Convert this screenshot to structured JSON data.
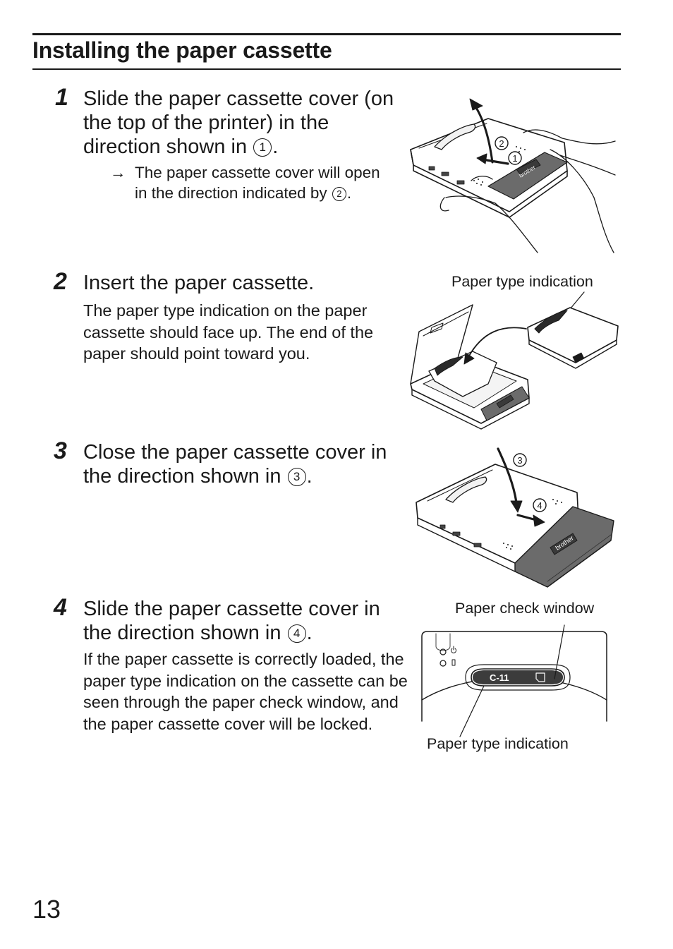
{
  "section": {
    "title": "Installing the paper cassette"
  },
  "steps": [
    {
      "number": "1",
      "heading_pre": "Slide the paper cassette cover (on the top of the printer) in the direction shown in ",
      "heading_mark": "1",
      "heading_post": ".",
      "note_arrow": "→",
      "note_pre": "The paper cassette cover will open in the direction indicated by ",
      "note_mark": "2",
      "note_post": ".",
      "figure_marks": [
        "2",
        "1"
      ]
    },
    {
      "number": "2",
      "heading": "Insert the paper cassette.",
      "body": "The paper type indication on the paper cassette should face up. The end of the paper should point toward you.",
      "label": "Paper type indication"
    },
    {
      "number": "3",
      "heading_pre": "Close the paper cassette cover in the direction shown in ",
      "heading_mark": "3",
      "heading_post": ".",
      "figure_marks": [
        "3",
        "4"
      ]
    },
    {
      "number": "4",
      "heading_pre": "Slide the paper cassette cover in the direction shown in ",
      "heading_mark": "4",
      "heading_post": ".",
      "body": "If the paper cassette is correctly loaded, the paper type indication on the cassette can be seen through the paper check window, and the paper cassette cover will be locked.",
      "label_top": "Paper check window",
      "label_bottom": "Paper type indication",
      "window_text": "C-11"
    }
  ],
  "brand_label": "brother",
  "page_number": "13"
}
